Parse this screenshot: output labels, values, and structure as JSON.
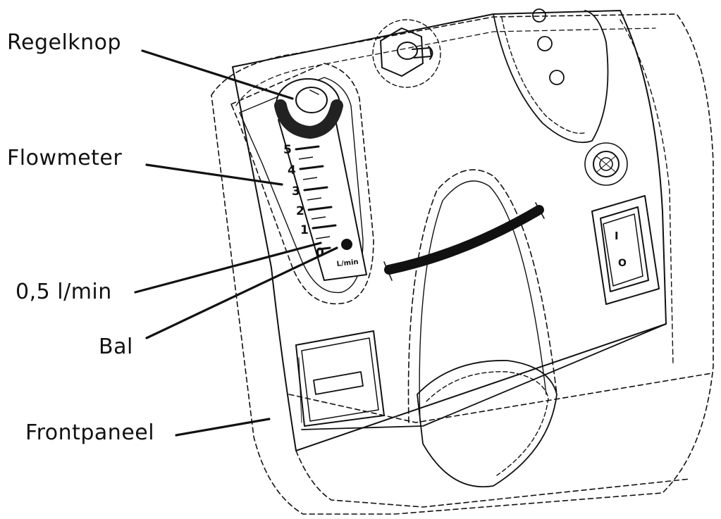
{
  "labels": {
    "regelknop": "Regelknop",
    "flowmeter": "Flowmeter",
    "flow_value": "0,5 l/min",
    "bal": "Bal",
    "frontpaneel": "Frontpaneel"
  },
  "flowmeter_scale": {
    "ticks": [
      "5",
      "4",
      "3",
      "2",
      "1",
      "0"
    ],
    "unit": "L/min"
  },
  "switch": {
    "on_mark": "I",
    "off_mark": "O"
  }
}
